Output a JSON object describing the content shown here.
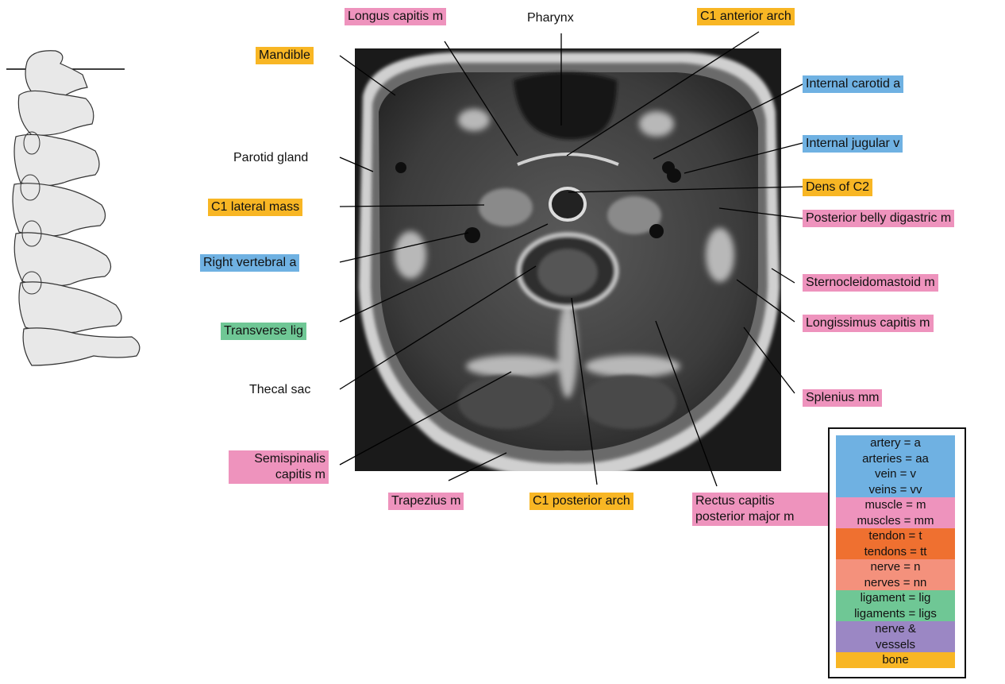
{
  "colors": {
    "bone": "#f8b624",
    "muscle": "#ee93bd",
    "vessel": "#6fb1e2",
    "ligament": "#6fc795",
    "tendon": "#ef7030",
    "nerve": "#f4917c",
    "nerve_vessels": "#9b87c4",
    "leader": "#000000"
  },
  "labels": {
    "longus_capitis": "Longus capitis m",
    "pharynx": "Pharynx",
    "c1_anterior_arch": "C1 anterior arch",
    "mandible": "Mandible",
    "internal_carotid": "Internal carotid a",
    "parotid": "Parotid gland",
    "internal_jugular": "Internal jugular v",
    "c1_lateral_mass": "C1 lateral mass",
    "dens": "Dens of C2",
    "posterior_digastric": "Posterior belly digastric m",
    "right_vertebral": "Right vertebral a",
    "sternocleidomastoid": "Sternocleidomastoid m",
    "transverse_lig": "Transverse lig",
    "longissimus": "Longissimus capitis m",
    "thecal_sac": "Thecal sac",
    "splenius": "Splenius mm",
    "semispinalis_1": "Semispinalis",
    "semispinalis_2": "capitis m",
    "trapezius": "Trapezius m",
    "c1_posterior_arch": "C1 posterior arch",
    "rectus_1": "Rectus capitis",
    "rectus_2": "posterior major m"
  },
  "legend": [
    {
      "term": "artery",
      "abbr": "a",
      "color": "#6fb1e2"
    },
    {
      "term": "arteries",
      "abbr": "aa",
      "color": "#6fb1e2"
    },
    {
      "term": "vein",
      "abbr": "v",
      "color": "#6fb1e2"
    },
    {
      "term": "veins",
      "abbr": "vv",
      "color": "#6fb1e2"
    },
    {
      "term": "muscle",
      "abbr": "m",
      "color": "#ee93bd"
    },
    {
      "term": "muscles",
      "abbr": "mm",
      "color": "#ee93bd"
    },
    {
      "term": "tendon",
      "abbr": "t",
      "color": "#ef7030"
    },
    {
      "term": "tendons",
      "abbr": "tt",
      "color": "#ef7030"
    },
    {
      "term": "nerve",
      "abbr": "n",
      "color": "#f4917c"
    },
    {
      "term": "nerves",
      "abbr": "nn",
      "color": "#f4917c"
    },
    {
      "term": "ligament",
      "abbr": "lig",
      "color": "#6fc795"
    },
    {
      "term": "ligaments",
      "abbr": "ligs",
      "color": "#6fc795"
    },
    {
      "term": "nerve &",
      "abbr": "",
      "color": "#9b87c4"
    },
    {
      "term": "vessels",
      "abbr": "",
      "color": "#9b87c4"
    },
    {
      "term": "bone",
      "abbr": "",
      "color": "#f8b624"
    }
  ]
}
